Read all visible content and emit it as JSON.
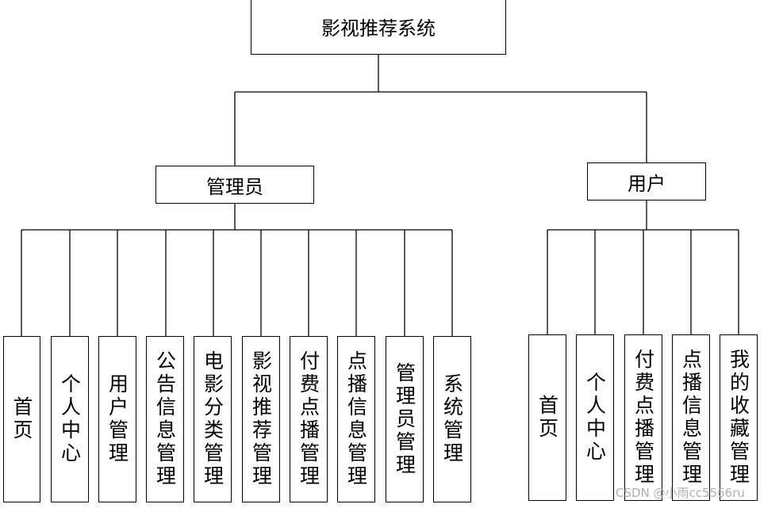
{
  "root": {
    "label": "影视推荐系统"
  },
  "branches": [
    {
      "label": "管理员",
      "children": [
        "首页",
        "个人中心",
        "用户管理",
        "公告信息管理",
        "电影分类管理",
        "影视推荐管理",
        "付费点播管理",
        "点播信息管理",
        "管理员管理",
        "系统管理"
      ]
    },
    {
      "label": "用户",
      "children": [
        "首页",
        "个人中心",
        "付费点播管理",
        "点播信息管理",
        "我的收藏管理"
      ]
    }
  ],
  "watermark": "CSDN @小雨cc5566ru",
  "colors": {
    "line": "#000000",
    "box_border": "#000000",
    "background": "#ffffff",
    "watermark": "#b0b0b0"
  }
}
